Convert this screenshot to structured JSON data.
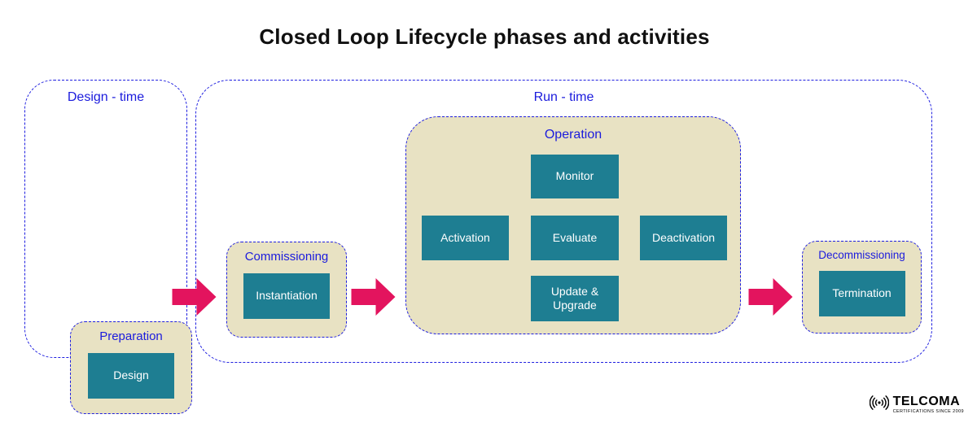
{
  "title": "Closed Loop Lifecycle phases and activities",
  "colors": {
    "border_blue": "#1f1fe0",
    "label_blue": "#1b1bdd",
    "box_tan": "#e8e2c3",
    "teal": "#1e7e92",
    "arrow_pink": "#e3145e",
    "text_white": "#ffffff"
  },
  "phases": {
    "design_time": {
      "label": "Design - time",
      "preparation": {
        "label": "Preparation",
        "activity": "Design"
      }
    },
    "run_time": {
      "label": "Run - time",
      "commissioning": {
        "label": "Commissioning",
        "activity": "Instantiation"
      },
      "operation": {
        "label": "Operation",
        "activities": {
          "monitor": "Monitor",
          "activation": "Activation",
          "evaluate": "Evaluate",
          "deactivation": "Deactivation",
          "update_upgrade": "Update & Upgrade"
        }
      }
    },
    "decommissioning": {
      "label": "Decommissioning",
      "activity": "Termination"
    }
  },
  "logo": {
    "name": "TELCOMA",
    "tagline": "CERTIFICATIONS SINCE 2009"
  }
}
